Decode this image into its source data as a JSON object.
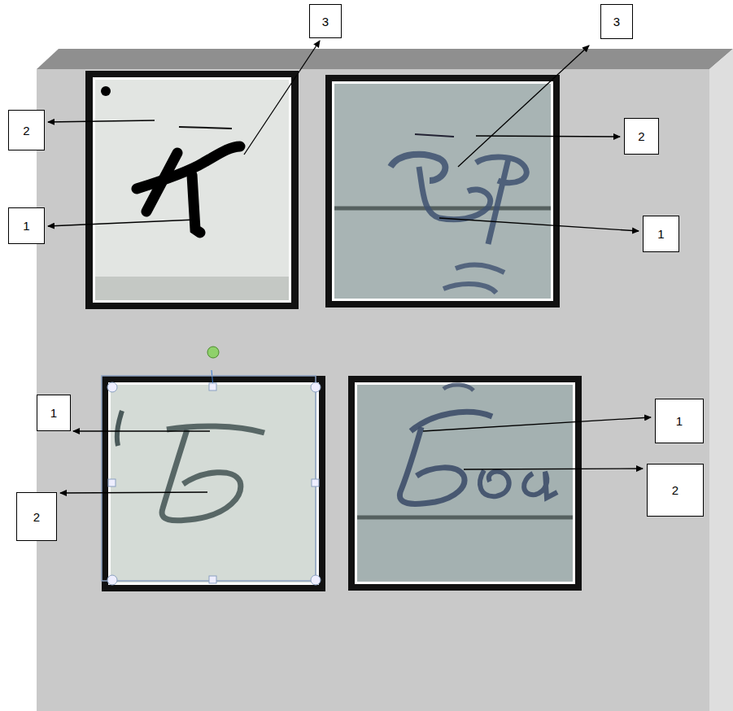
{
  "diagram": {
    "nodes": [
      {
        "text": [
          "3"
        ]
      },
      {
        "text": [
          "3"
        ]
      },
      {
        "text": [
          "2"
        ]
      },
      {
        "text": [
          "2"
        ]
      },
      {
        "text": [
          "1"
        ]
      },
      {
        "text": [
          "1"
        ]
      },
      {
        "text": [
          "1"
        ]
      },
      {
        "text": [
          "1"
        ]
      },
      {
        "text": [
          "2"
        ]
      },
      {
        "text": [
          "2"
        ]
      }
    ]
  }
}
